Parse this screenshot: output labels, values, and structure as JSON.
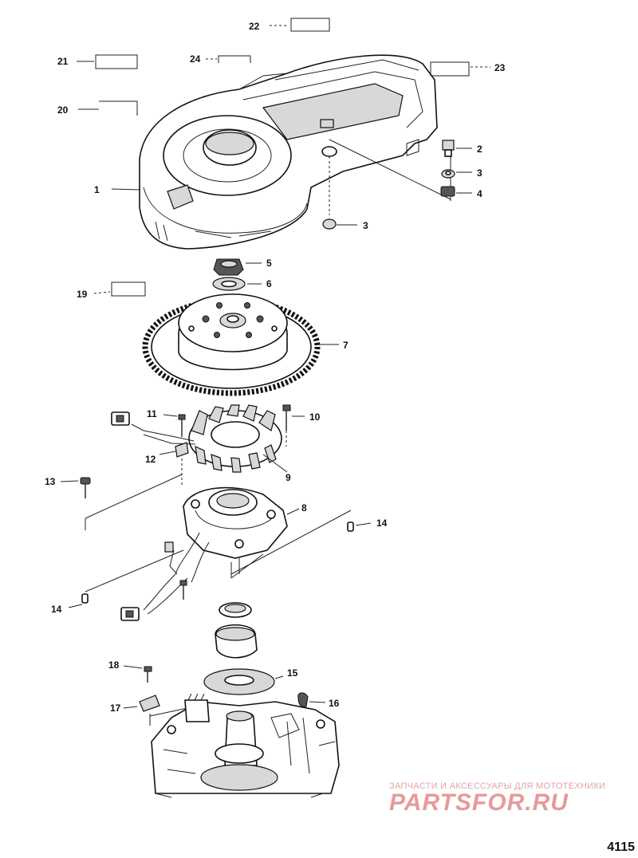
{
  "diagram": {
    "callouts": [
      {
        "id": "1",
        "label": "1"
      },
      {
        "id": "2",
        "label": "2"
      },
      {
        "id": "3a",
        "label": "3"
      },
      {
        "id": "3b",
        "label": "3"
      },
      {
        "id": "4",
        "label": "4"
      },
      {
        "id": "5",
        "label": "5"
      },
      {
        "id": "6",
        "label": "6"
      },
      {
        "id": "7",
        "label": "7"
      },
      {
        "id": "8",
        "label": "8"
      },
      {
        "id": "9",
        "label": "9"
      },
      {
        "id": "10",
        "label": "10"
      },
      {
        "id": "11",
        "label": "11"
      },
      {
        "id": "12",
        "label": "12"
      },
      {
        "id": "13",
        "label": "13"
      },
      {
        "id": "14a",
        "label": "14"
      },
      {
        "id": "14b",
        "label": "14"
      },
      {
        "id": "15",
        "label": "15"
      },
      {
        "id": "16",
        "label": "16"
      },
      {
        "id": "17",
        "label": "17"
      },
      {
        "id": "18",
        "label": "18"
      },
      {
        "id": "19",
        "label": "19"
      },
      {
        "id": "20",
        "label": "20"
      },
      {
        "id": "21",
        "label": "21"
      },
      {
        "id": "22",
        "label": "22"
      },
      {
        "id": "23",
        "label": "23"
      },
      {
        "id": "24",
        "label": "24"
      }
    ],
    "reference_number": "4115"
  },
  "watermark": {
    "tagline": "ЗАПЧАСТИ И АКСЕССУАРЫ ДЛЯ МОТОТЕХНИКИ",
    "brand": "PARTSFOR.RU",
    "color": "#e69a9a"
  }
}
